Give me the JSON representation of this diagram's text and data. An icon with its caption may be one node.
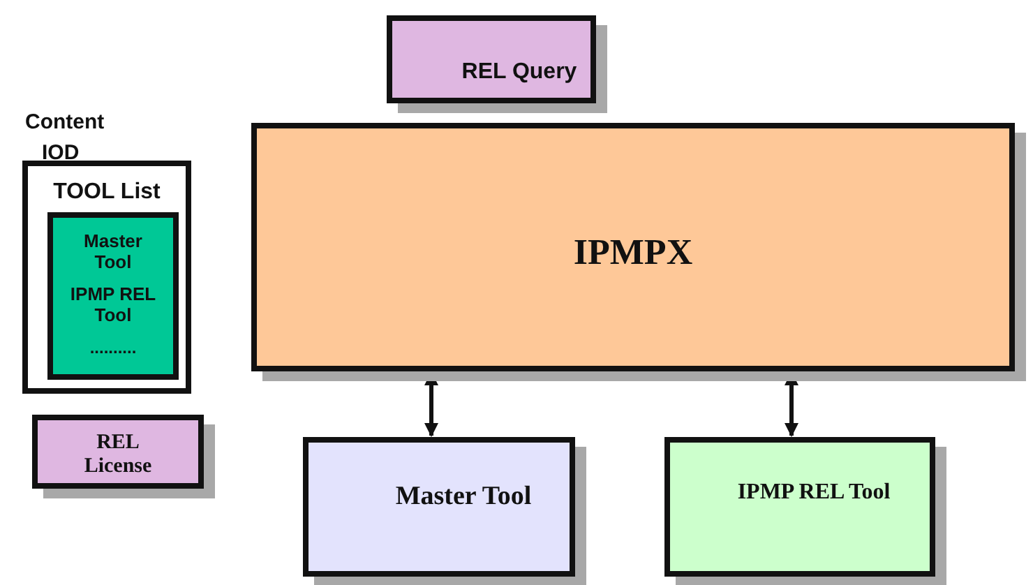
{
  "diagram": {
    "nodes": [
      {
        "text": [
          "Content",
          "IOD",
          "TOOL List"
        ]
      },
      {
        "text": [
          "Master Tool",
          "IPMP REL Tool",
          ".........."
        ],
        "in": 0
      },
      {
        "text": [
          "REL License"
        ]
      },
      {
        "text": [
          "REL Query"
        ]
      },
      {
        "text": [
          "IPMPX"
        ]
      },
      {
        "text": [
          "Master Tool"
        ]
      },
      {
        "text": [
          "IPMP REL Tool"
        ]
      }
    ],
    "edges": [
      {
        "from": 4,
        "to": 5,
        "arrow": "both"
      },
      {
        "from": 4,
        "to": 6,
        "arrow": "both"
      }
    ]
  }
}
